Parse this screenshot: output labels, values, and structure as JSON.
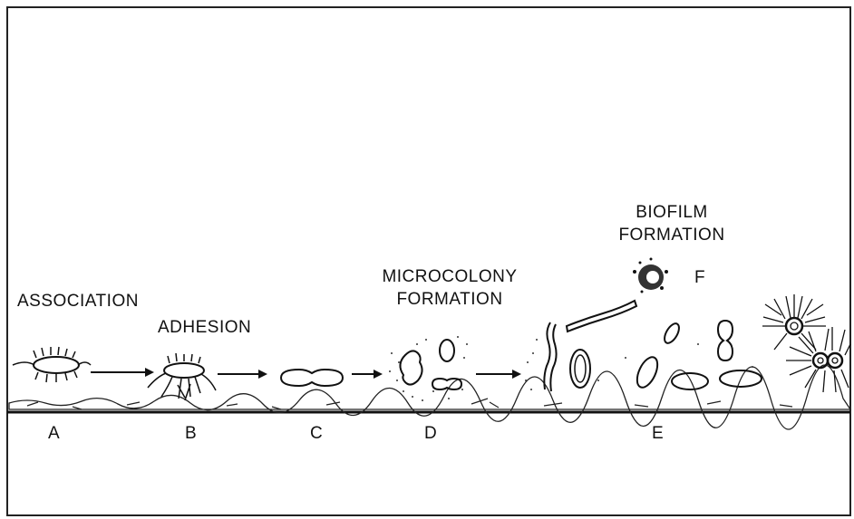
{
  "stages": {
    "association": "ASSOCIATION",
    "adhesion": "ADHESION",
    "microcolony_line1": "MICROCOLONY",
    "microcolony_line2": "FORMATION",
    "biofilm_line1": "BIOFILM",
    "biofilm_line2": "FORMATION"
  },
  "letters": {
    "a": "A",
    "b": "B",
    "c": "C",
    "d": "D",
    "e": "E",
    "f": "F"
  }
}
